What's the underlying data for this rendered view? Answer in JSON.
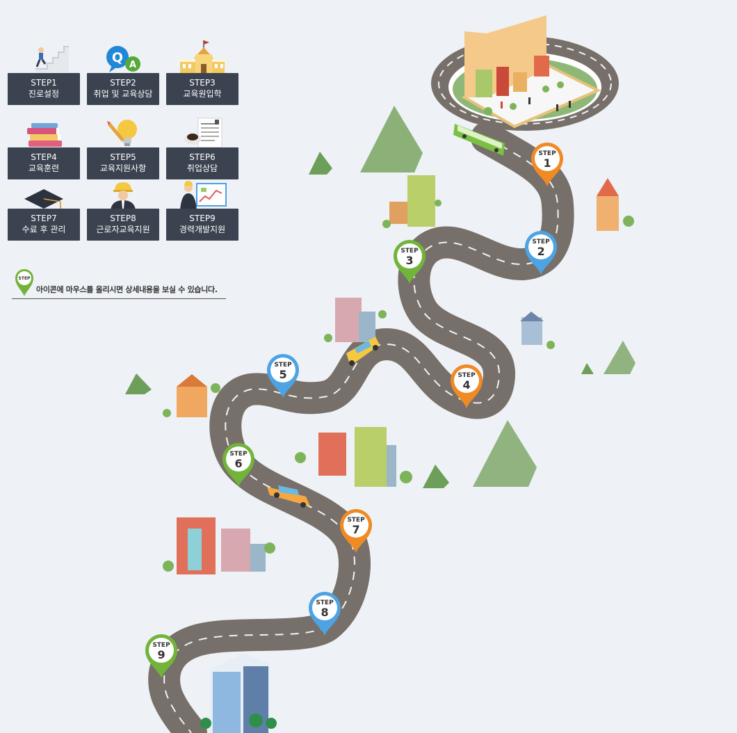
{
  "cards": [
    {
      "step": "STEP1",
      "label": "진로설정",
      "icon": "stairs-climber-icon"
    },
    {
      "step": "STEP2",
      "label": "취업 및 교육상담",
      "icon": "qa-bubble-icon"
    },
    {
      "step": "STEP3",
      "label": "교육원입학",
      "icon": "school-building-icon"
    },
    {
      "step": "STEP4",
      "label": "교육훈련",
      "icon": "book-stack-icon"
    },
    {
      "step": "STEP5",
      "label": "교육지원사항",
      "icon": "lightbulb-pencil-icon"
    },
    {
      "step": "STEP6",
      "label": "취업상담",
      "icon": "document-coffee-icon"
    },
    {
      "step": "STEP7",
      "label": "수료 후 관리",
      "icon": "graduation-cap-icon"
    },
    {
      "step": "STEP8",
      "label": "근로자교육지원",
      "icon": "worker-helmet-icon"
    },
    {
      "step": "STEP9",
      "label": "경력개발지원",
      "icon": "presenter-board-icon"
    }
  ],
  "hint": {
    "badge": "STEP",
    "text": "아이콘에 마우스를 올리시면 상세내용을 보실 수 있습니다."
  },
  "pins": [
    {
      "word": "STEP",
      "num": "1",
      "color": "#f08a24"
    },
    {
      "word": "STEP",
      "num": "2",
      "color": "#4da3e3"
    },
    {
      "word": "STEP",
      "num": "3",
      "color": "#72b43a"
    },
    {
      "word": "STEP",
      "num": "4",
      "color": "#f08a24"
    },
    {
      "word": "STEP",
      "num": "5",
      "color": "#4da3e3"
    },
    {
      "word": "STEP",
      "num": "6",
      "color": "#72b43a"
    },
    {
      "word": "STEP",
      "num": "7",
      "color": "#f08a24"
    },
    {
      "word": "STEP",
      "num": "8",
      "color": "#4da3e3"
    },
    {
      "word": "STEP",
      "num": "9",
      "color": "#72b43a"
    }
  ],
  "colors": {
    "road": "#77706a",
    "road_dash": "#f2f2f2",
    "card_bg": "#3b4350",
    "hill": "#7fa86a",
    "page_bg": "#eef1f5"
  }
}
